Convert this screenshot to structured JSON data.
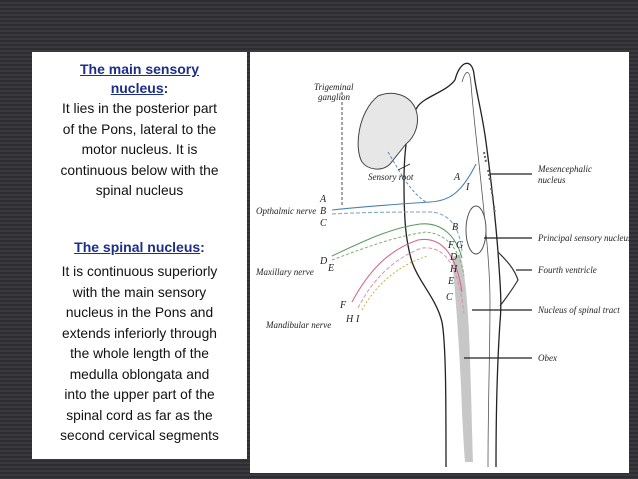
{
  "text_panel": {
    "section1": {
      "title_line1": "The main sensory",
      "title_line2": "nucleus",
      "title_colon": ":",
      "body_lines": [
        "It lies in the posterior part",
        "of the Pons, lateral to the",
        "motor nucleus. It is",
        "continuous below with the",
        "spinal nucleus"
      ]
    },
    "section2": {
      "title": "The spinal nucleus",
      "title_colon": ":",
      "body_lines": [
        "It is continuous superiorly",
        "with the main sensory",
        "nucleus in the Pons and",
        "extends inferiorly through",
        "the whole length of the",
        "medulla oblongata and",
        "into the upper part of the",
        "spinal cord as far as the",
        "second cervical segments"
      ]
    }
  },
  "diagram": {
    "labels": {
      "trigeminal_ganglion_1": "Trigeminal",
      "trigeminal_ganglion_2": "ganglion",
      "sensory_root": "Sensory root",
      "ophthalmic_nerve": "Opthalmic nerve",
      "maxillary_nerve": "Maxillary nerve",
      "mandibular_nerve": "Mandibular nerve",
      "mesencephalic_1": "Mesencephalic",
      "mesencephalic_2": "nucleus",
      "principal_sensory": "Principal sensory nucleus",
      "fourth_ventricle": "Fourth ventricle",
      "spinal_tract": "Nucleus of spinal tract",
      "obex": "Obex"
    },
    "letters": {
      "a1": "A",
      "b1": "B",
      "c1": "C",
      "d1": "D",
      "e1": "E",
      "f1": "F",
      "h1": "H",
      "i1": "I",
      "a2": "A",
      "i2": "I",
      "b2": "B",
      "f2": "F",
      "g2": "G",
      "d2": "D",
      "h2": "H",
      "e2": "E",
      "c2": "C"
    }
  }
}
